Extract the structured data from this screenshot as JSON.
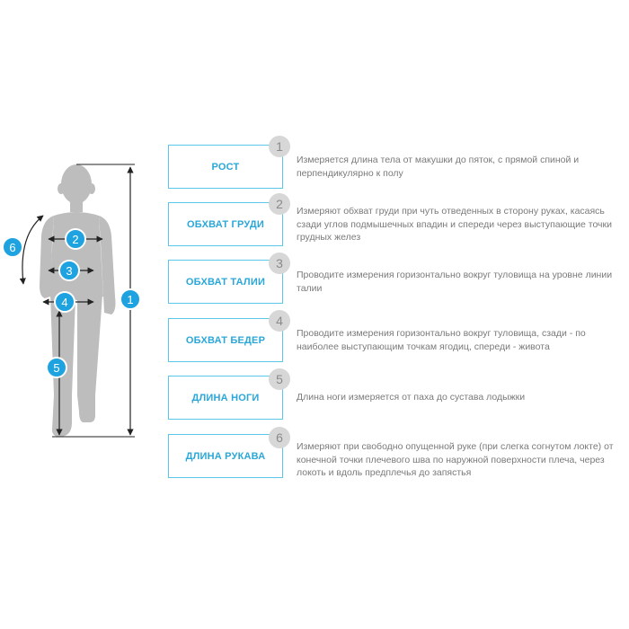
{
  "measurements": [
    {
      "num": "1",
      "label": "РОСТ",
      "description": "Измеряется длина тела от макушки до пяток, с прямой спиной и перпендикулярно к полу"
    },
    {
      "num": "2",
      "label": "ОБХВАТ ГРУДИ",
      "description": "Измеряют обхват груди при чуть отведенных в сторону руках, касаясь сзади углов подмышечных впадин и спереди через выступающие точки грудных желез"
    },
    {
      "num": "3",
      "label": "ОБХВАТ ТАЛИИ",
      "description": "Проводите измерения горизонтально вокруг туловища на уровне линии талии"
    },
    {
      "num": "4",
      "label": "ОБХВАТ БЕДЕР",
      "description": "Проводите измерения горизонтально вокруг туловища, сзади - по наиболее выступающим точкам ягодиц, спереди - живота"
    },
    {
      "num": "5",
      "label": "ДЛИНА НОГИ",
      "description": "Длина ноги измеряется от паха до сустава лодыжки"
    },
    {
      "num": "6",
      "label": "ДЛИНА РУКАВА",
      "description": "Измеряют при свободно опущенной руке (при слегка согнутом локте) от конечной точки плечевого шва по наружной поверхности плеча, через локоть и вдоль предплечья до запястья"
    }
  ],
  "figure_markers": [
    "1",
    "2",
    "3",
    "4",
    "5",
    "6"
  ],
  "colors": {
    "accent": "#2aa7d8",
    "marker": "#1fa3e0",
    "silhouette": "#bcbcbc",
    "badge": "#d7d7d7"
  }
}
